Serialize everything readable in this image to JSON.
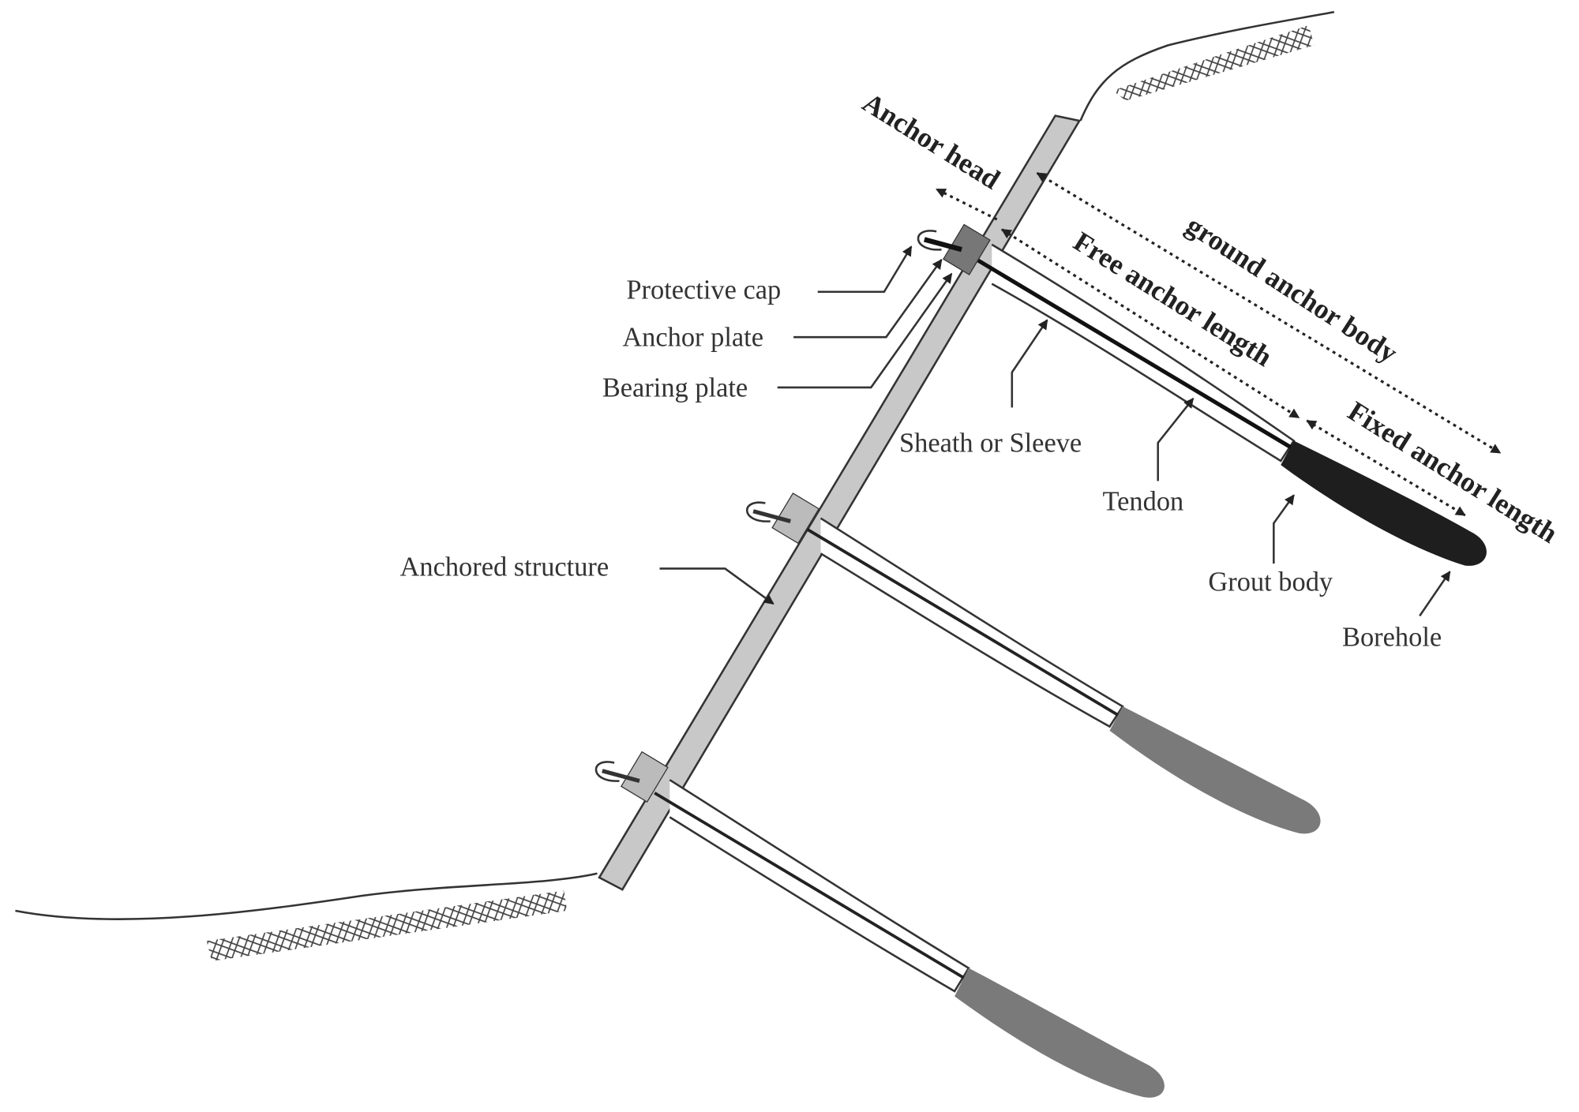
{
  "diagram": {
    "dimension_labels": {
      "anchor_head": "Anchor head",
      "ground_anchor_body": "ground anchor body",
      "free_anchor_length": "Free anchor length",
      "fixed_anchor_length": "Fixed anchor length"
    },
    "component_labels": {
      "protective_cap": "Protective cap",
      "anchor_plate": "Anchor plate",
      "bearing_plate": "Bearing plate",
      "sheath_or_sleeve": "Sheath or Sleeve",
      "tendon": "Tendon",
      "grout_body": "Grout body",
      "borehole": "Borehole",
      "anchored_structure": "Anchored structure"
    },
    "colors": {
      "wall": "#c8c8c8",
      "grout_dark": "#1e1e1e",
      "grout_gray": "#7a7a7a",
      "line": "#333333"
    }
  }
}
